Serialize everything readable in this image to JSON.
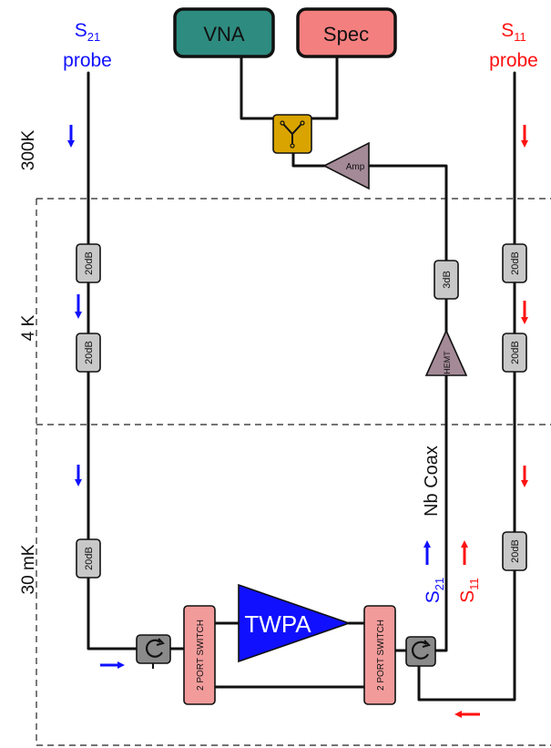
{
  "instruments": {
    "vna": "VNA",
    "spec": "Spec"
  },
  "colors": {
    "vna": "#2e8b7f",
    "spec": "#f47f7f",
    "blue": "#1010ff",
    "red": "#ff1010",
    "splitter": "#d9a400",
    "amp": "#a48a96"
  },
  "probes": {
    "s21": {
      "main": "S",
      "sub": "21",
      "word": "probe"
    },
    "s11": {
      "main": "S",
      "sub": "11",
      "word": "probe"
    }
  },
  "stages": {
    "room": "300K",
    "four_k": "4 K",
    "milli": "30 mK"
  },
  "attenuators": {
    "left_1": "20dB",
    "left_2": "20dB",
    "left_3": "20dB",
    "right_1": "20dB",
    "right_2": "20dB",
    "right_3": "20dB",
    "output": "3dB"
  },
  "amplifiers": {
    "room_amp": "Amp",
    "hemt": "HEMT",
    "twpa": "TWPA"
  },
  "switches": {
    "left": "2 PORT SWITCH",
    "right": "2 PORT SWITCH"
  },
  "line_label": "Nb Coax",
  "signal_labels": {
    "s21": {
      "main": "S",
      "sub": "21"
    },
    "s11": {
      "main": "S",
      "sub": "11"
    }
  }
}
